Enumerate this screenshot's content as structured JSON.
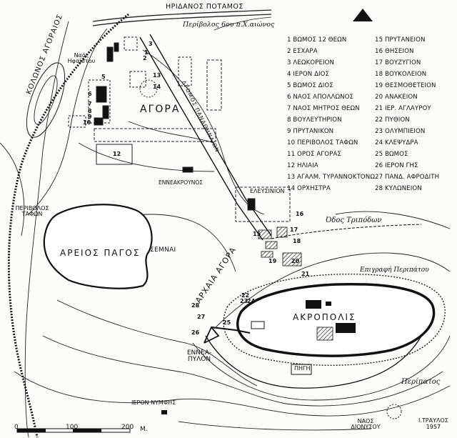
{
  "map": {
    "river_label": "ΗΡΙΔΑΝΟΣ ΠΟΤΑΜΟΣ",
    "north_icon": "north-arrow-triangle",
    "labels": {
      "enclosure_6th": "Περίβολος 6ου π.Χ.αιώνος",
      "temple_hephaestus": "Ναός Ηφαίστου",
      "kolonos": "ΚΟΛΩΝΟΣ ΑΓΟΡΑΙΟΣ",
      "agora": "ΑΓΟΡΑ",
      "dromos": "ΔΡΟΜΟΣ ΠΑΝΑΘΗΝΑΙΩΝ",
      "enneakrounos": "ΕΝΝΕΑΚΡΟΥΝΟΣ",
      "perivolos_tafon": "ΠΕΡΙΒΟΛΟΣ ΤΑΦΩΝ",
      "eleusinion": "ΕΛΕΥΣΙΝΙΟΝ",
      "odos_tripodon": "Όδος Τριπόδων",
      "areios_pagos": "ΑΡΕΙΟΣ ΠΑΓΟΣ",
      "semnai": "ΣΕΜΝΑΙ",
      "archaia_agora": "ΑΡΧΑΙΑ ΑΓΟΡΑ",
      "epigraphe_peripatou": "Επιγραφή Περιπάτου",
      "akropolis": "ΑΚΡΟΠΟΛΙΣ",
      "enneapylon": "ΕΝΝΕΑ- ΠΥΛΟΝ",
      "pege": "ΠΗΓΗ",
      "peripatos": "Περίπατος",
      "ieron_nymphes": "ΙΕΡΟΝ ΝΥΜΦΗΣ",
      "naos_dionysou": "ΝΑΟΣ ΔΙΟΝΥΣΟΥ"
    },
    "numbers": [
      "1",
      "2",
      "3",
      "5",
      "6",
      "7",
      "8",
      "9",
      "10",
      "12",
      "13",
      "14",
      "15",
      "16",
      "17",
      "18",
      "19",
      "20",
      "21",
      "22",
      "23",
      "24",
      "25",
      "26",
      "27",
      "28"
    ],
    "scale": {
      "zero": "0",
      "mid": "100",
      "end": "200",
      "unit": "Μ."
    },
    "credit": {
      "author": "Ι.ΤΡΑΥΛΟΣ",
      "year": "1957"
    }
  },
  "legend": [
    "1 ΒΩΜΟΣ 12 ΘΕΩΝ",
    "2 ΕΣΧΑΡΑ",
    "3 ΛΕΩΚΟΡΕΙΟΝ",
    "4 ΙΕΡΟΝ ΔΙΟΣ",
    "5 ΒΩΜΟΣ ΔΙΟΣ",
    "6 ΝΑΟΣ ΑΠΟΛΛΩΝΟΣ",
    "7 ΝΑΟΣ ΜΗΤΡΟΣ ΘΕΩΝ",
    "8 ΒΟΥΛΕΥΤΗΡΙΟΝ",
    "9 ΠΡΥΤΑΝΙΚΟΝ",
    "10 ΠΕΡΙΒΟΛΟΣ ΤΑΦΩΝ",
    "11 ΟΡΟΣ ΑΓΟΡΑΣ",
    "12 ΗΛΙΑΙΑ",
    "13 ΑΓΑΛΜ. ΤΥΡΑΝΝΟΚΤΟΝΩΝ",
    "14 ΟΡΧΗΣΤΡΑ",
    "15 ΠΡΥΤΑΝΕΙΟΝ",
    "16 ΘΗΣΕΙΟΝ",
    "17 ΒΟΥΖΥΓΙΟΝ",
    "18 ΒΟΥΚΟΛΕΙΟΝ",
    "19 ΘΕΣΜΟΘΕΤΕΙΟΝ",
    "20 ΑΝΑΚΕΙΟΝ",
    "21 ΙΕΡ. ΑΓΛΑΥΡΟΥ",
    "22 ΠΥΘΙΟΝ",
    "23 ΟΛΥΜΠΙΕΙΟΝ",
    "24 ΚΛΕΨΥΔΡΑ",
    "25 ΒΩΜΟΣ",
    "26 ΙΕΡΟΝ ΓΗΣ",
    "27 ΠΑΝΔ. ΑΦΡΟΔΙΤΗ",
    "28 ΚΥΛΩΝΕΙΟΝ"
  ]
}
